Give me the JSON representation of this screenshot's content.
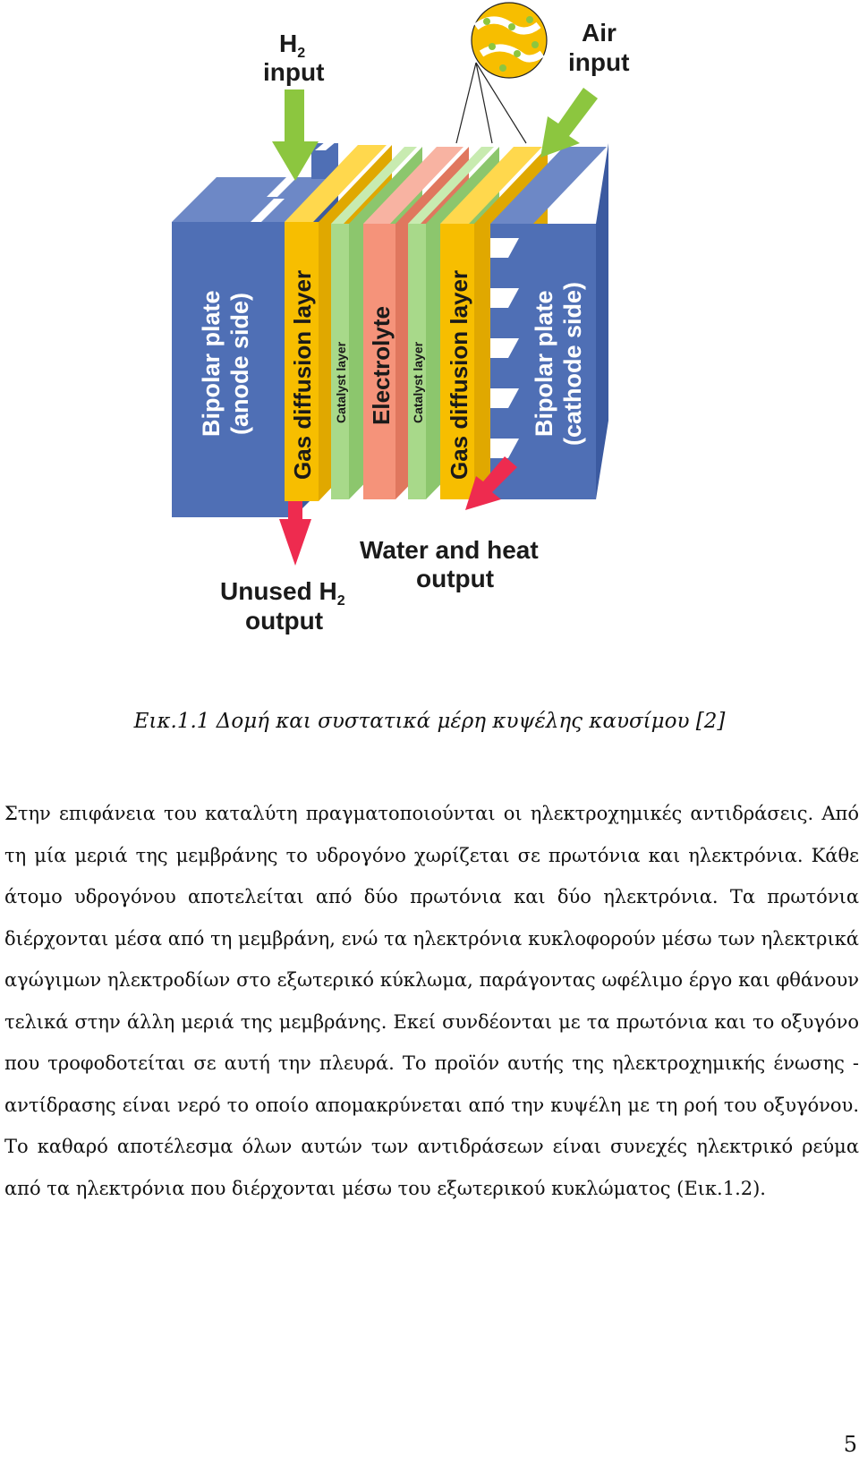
{
  "figure": {
    "labels": {
      "h2_input_h": "H",
      "h2_input_sub": "2",
      "h2_input_line2": "input",
      "air_input_line1": "Air",
      "air_input_line2": "input",
      "bipolar_anode_line1": "Bipolar plate",
      "bipolar_anode_line2": "(anode side)",
      "gdl_anode": "Gas diffusion layer",
      "catalyst_anode": "Catalyst layer",
      "electrolyte": "Electrolyte",
      "catalyst_cathode": "Catalyst layer",
      "gdl_cathode": "Gas diffusion layer",
      "bipolar_cathode_line1": "Bipolar plate",
      "bipolar_cathode_line2": "(cathode side)",
      "water_heat_line1": "Water and heat",
      "water_heat_line2": "output",
      "unused_h2_line1_a": "Unused H",
      "unused_h2_line1_sub": "2",
      "unused_h2_line2": "output"
    },
    "colors": {
      "bipolar_plate": "#4f6fb5",
      "bipolar_plate_side": "#3b5aa0",
      "gas_diffusion": "#f7be00",
      "catalyst": "#a8d98a",
      "electrolyte": "#f5937a",
      "arrow_input": "#8cc63f",
      "arrow_output": "#ee2b4f"
    }
  },
  "caption": "Εικ.1.1 Δομή και συστατικά μέρη κυψέλης καυσίμου [2]",
  "paragraph": "Στην επιφάνεια του καταλύτη πραγματοποιούνται οι ηλεκτροχημικές αντιδράσεις. Από τη μία μεριά της μεμβράνης το υδρογόνο χωρίζεται σε πρωτόνια και ηλεκτρόνια. Κάθε άτομο υδρογόνου αποτελείται από δύο πρωτόνια και δύο ηλεκτρόνια. Τα πρωτόνια διέρχονται μέσα από τη μεμβράνη, ενώ τα ηλεκτρόνια κυκλοφορούν μέσω των ηλεκτρικά αγώγιμων ηλεκτροδίων στο εξωτερικό κύκλωμα, παράγοντας ωφέλιμο έργο και φθάνουν τελικά στην άλλη μεριά της μεμβράνης. Εκεί συνδέονται με τα πρωτόνια και το οξυγόνο που τροφοδοτείται σε αυτή την πλευρά. Το προϊόν αυτής της ηλεκτροχημικής ένωσης - αντίδρασης είναι νερό το οποίο απομακρύνεται από την κυψέλη με τη ροή του οξυγόνου. Το καθαρό αποτέλεσμα όλων αυτών των αντιδράσεων είναι συνεχές ηλεκτρικό ρεύμα από τα ηλεκτρόνια που διέρχονται μέσω του εξωτερικού κυκλώματος (Εικ.1.2).",
  "page_number": "5"
}
